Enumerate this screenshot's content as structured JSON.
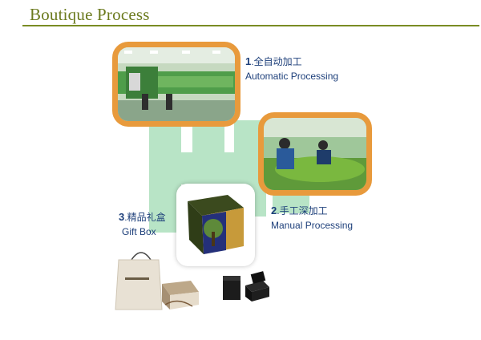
{
  "page": {
    "title": "Boutique Process"
  },
  "steps": [
    {
      "number": "1",
      "cn": ".全自动加工",
      "en": "Automatic Processing"
    },
    {
      "number": "2",
      "cn": ".手工深加工",
      "en": "Manual Processing"
    },
    {
      "number": "3",
      "cn": ".精品礼盒",
      "en": "Gift Box"
    }
  ],
  "colors": {
    "title": "#6b7a1e",
    "rule": "#7a8c24",
    "frame": "#e89a3c",
    "label": "#1d3f7a",
    "watermark": "#7fcf98"
  },
  "images": {
    "factory_photo": "automatic-machine-line-photo",
    "workers_photo": "manual-workers-photo",
    "gift_box": "tree-gift-box-photo",
    "bag": "shopping-bag-photo",
    "black_box": "black-box-photo"
  }
}
